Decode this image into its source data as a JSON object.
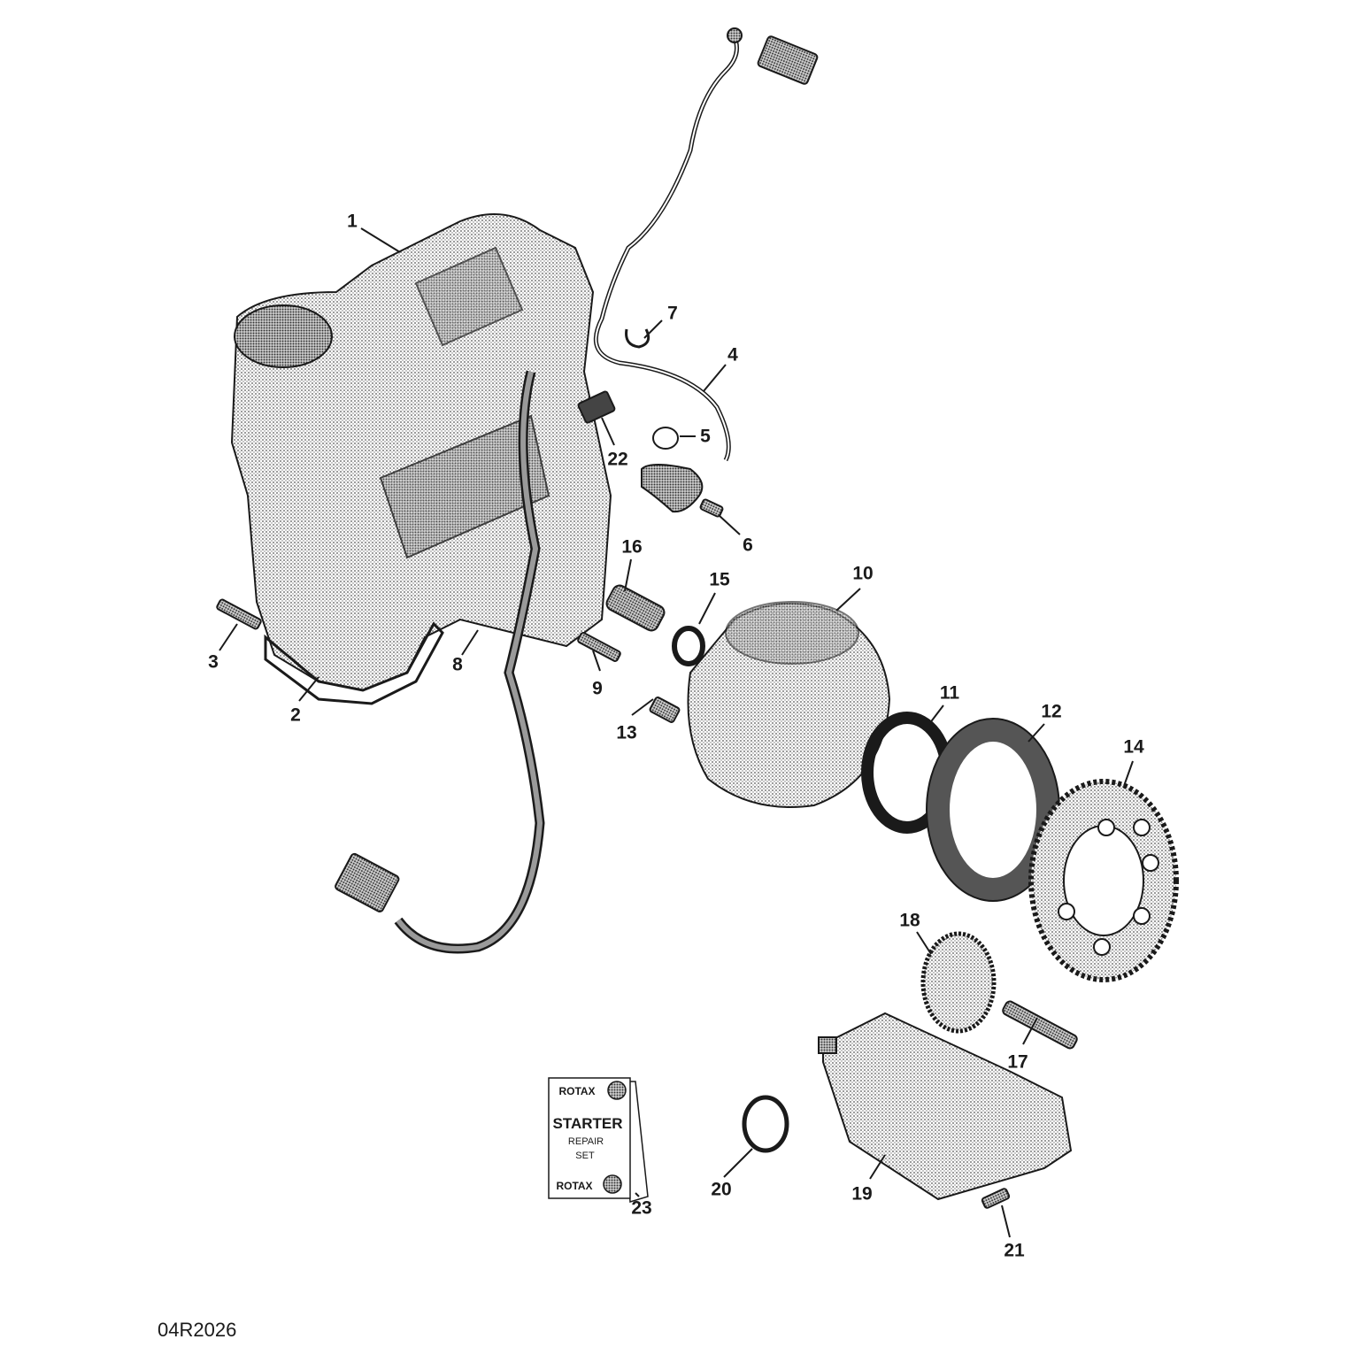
{
  "diagram_code": "04R2026",
  "kit": {
    "brand_top": "ROTAX",
    "title": "STARTER",
    "line2": "REPAIR",
    "line3": "SET",
    "brand_bottom": "ROTAX"
  },
  "callouts": [
    "1",
    "2",
    "3",
    "4",
    "5",
    "6",
    "7",
    "8",
    "9",
    "10",
    "11",
    "12",
    "13",
    "14",
    "15",
    "16",
    "17",
    "18",
    "19",
    "20",
    "21",
    "22",
    "23"
  ],
  "colors": {
    "ink": "#1a1a1a",
    "shade": "#9a9a9a",
    "light": "#d0d0d0"
  }
}
